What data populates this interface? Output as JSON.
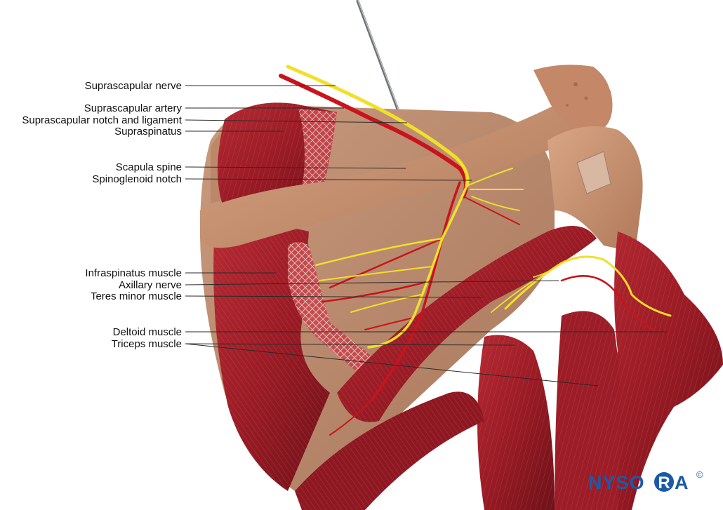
{
  "labels": {
    "suprascapular_nerve": "Suprascapular nerve",
    "suprascapular_artery": "Suprascapular artery",
    "suprascapular_notch": "Suprascapular notch and ligament",
    "supraspinatus": "Supraspinatus",
    "scapula_spine": "Scapula spine",
    "spinoglenoid_notch": "Spinoglenoid notch",
    "infraspinatus": "Infraspinatus muscle",
    "axillary_nerve": "Axillary nerve",
    "teres_minor": "Teres minor muscle",
    "deltoid": "Deltoid muscle",
    "triceps": "Triceps muscle"
  },
  "logo": {
    "text_left": "NYSO",
    "text_circled": "R",
    "text_right": "A",
    "mark": "©"
  },
  "colors": {
    "muscle": "#a3202a",
    "muscle_dark": "#6e1118",
    "bone": "#c58f6e",
    "nerve": "#f0e02a",
    "artery": "#c8141c",
    "brand": "#1b5aa8"
  }
}
